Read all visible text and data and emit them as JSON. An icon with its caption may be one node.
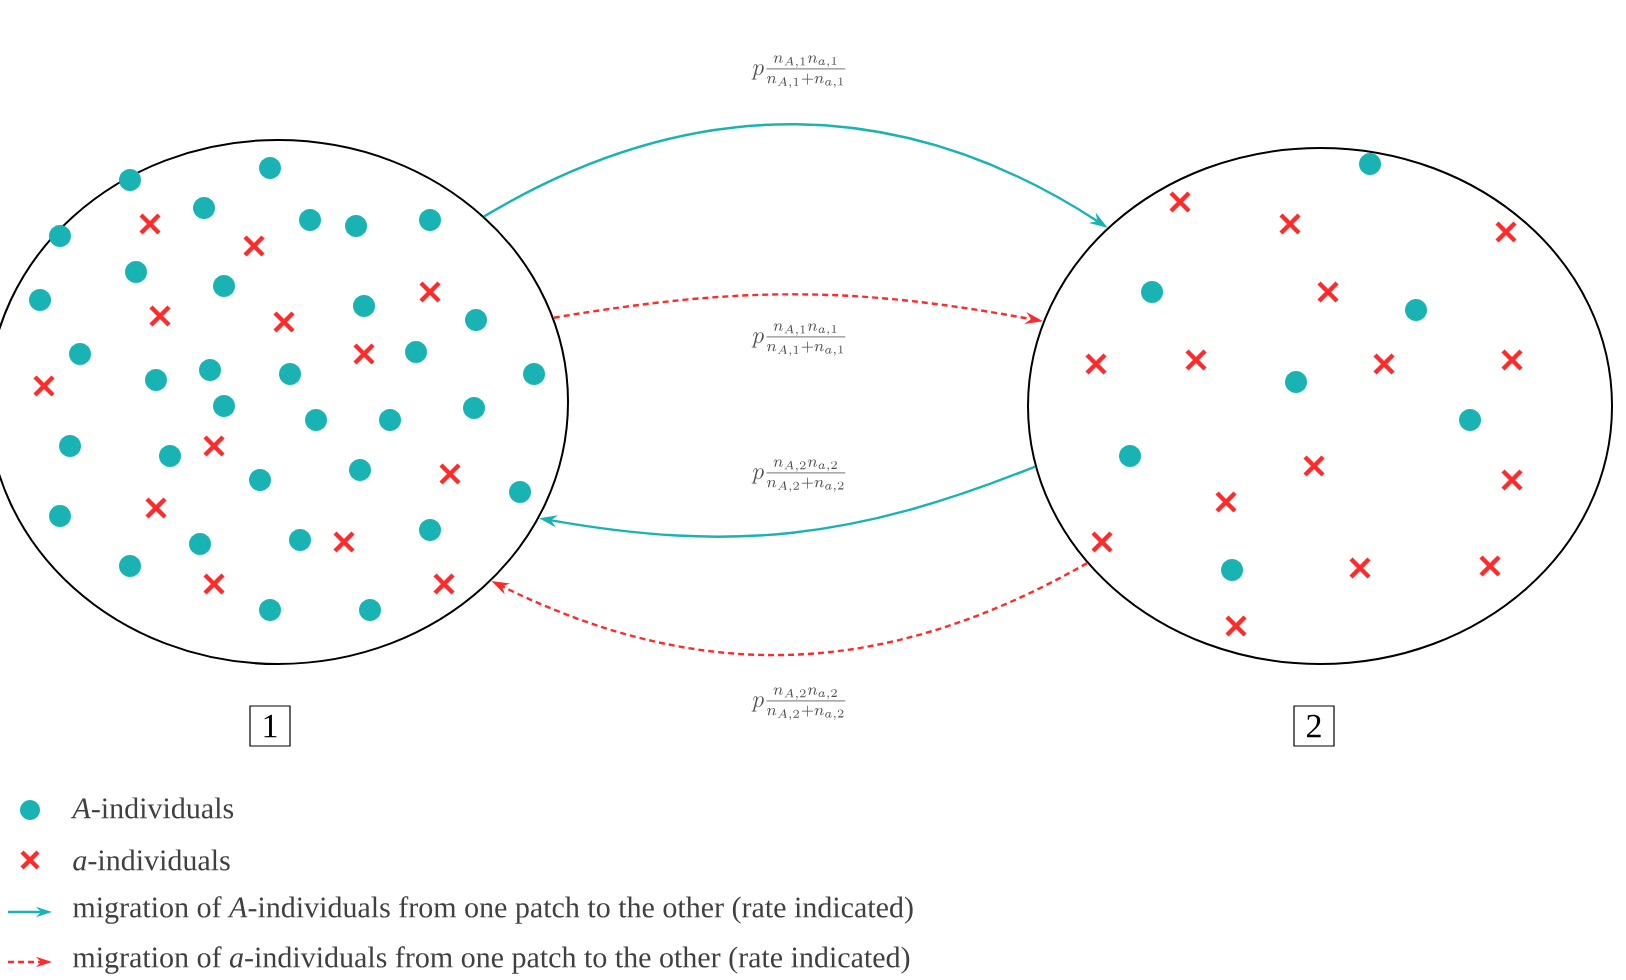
{
  "diagram": {
    "nodes": [
      {
        "text": [],
        "shape": "circle",
        "beside": [
          "1"
        ]
      },
      {
        "text": [],
        "shape": "circle",
        "beside": [
          "2"
        ]
      }
    ],
    "edges": [
      {
        "from": 0,
        "to": 1,
        "arrow": "to",
        "color": "#19b3b3",
        "label": "p\\frac{n_{A,1}n_{a,1}}{n_{A,1}+n_{a,1}}"
      },
      {
        "from": 0,
        "to": 1,
        "arrow": "to",
        "style": "dashed",
        "color": "#ff2a2a",
        "label": "p\\frac{n_{A,1}n_{a,1}}{n_{A,1}+n_{a,1}}"
      },
      {
        "from": 1,
        "to": 0,
        "arrow": "to",
        "color": "#19b3b3",
        "label": "p\\frac{n_{A,2}n_{a,2}}{n_{A,2}+n_{a,2}}"
      },
      {
        "from": 1,
        "to": 0,
        "arrow": "to",
        "style": "dashed",
        "color": "#ff2a2a",
        "label": "p\\frac{n_{A,2}n_{a,2}}{n_{A,2}+n_{a,2}}"
      }
    ],
    "legend": [
      {
        "text": "*A*-individuals"
      },
      {
        "text": "*a*-individuals"
      },
      {
        "text": "migration of *A*-individuals from one patch to the other (rate indicated)"
      },
      {
        "text": "migration of *a*-individuals from one patch to the other (rate indicated)"
      }
    ]
  }
}
